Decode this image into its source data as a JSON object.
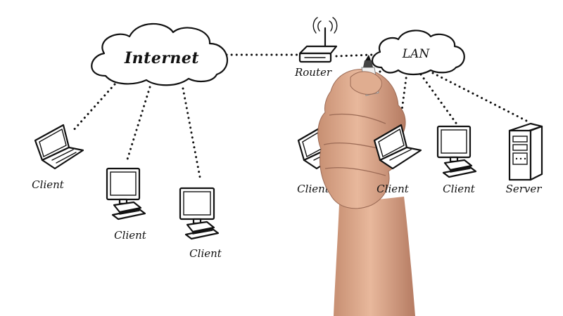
{
  "colors": {
    "ink": "#111111",
    "background": "#ffffff",
    "skin": "#e3b193",
    "skin_shadow": "#b9826a"
  },
  "nodes": {
    "internet": {
      "label": "Internet",
      "icon": "cloud-icon"
    },
    "router": {
      "label": "Router",
      "icon": "router-icon"
    },
    "lan": {
      "label": "LAN",
      "icon": "cloud-icon"
    },
    "internet_clients": [
      {
        "label": "Client",
        "icon": "laptop-icon"
      },
      {
        "label": "Client",
        "icon": "monitor-icon"
      },
      {
        "label": "Client",
        "icon": "monitor-icon"
      }
    ],
    "lan_clients": [
      {
        "label": "Client",
        "icon": "laptop-icon"
      },
      {
        "label": "Client",
        "icon": "laptop-icon"
      },
      {
        "label": "Client",
        "icon": "monitor-icon"
      }
    ],
    "server": {
      "label": "Server",
      "icon": "server-icon"
    }
  },
  "extras": {
    "hand": "hand-with-marker-icon"
  }
}
